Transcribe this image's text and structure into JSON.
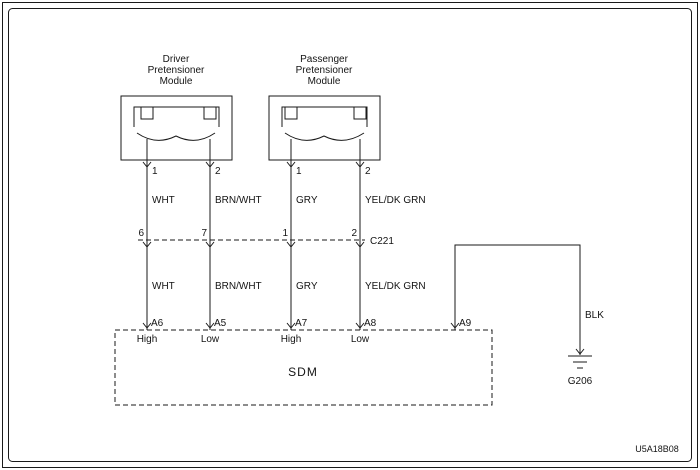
{
  "title_block": {
    "diagram_code": "U5A18B08"
  },
  "driver_module": {
    "name_line1": "Driver",
    "name_line2": "Pretensioner",
    "name_line3": "Module",
    "pin_1": "1",
    "pin_2": "2"
  },
  "passenger_module": {
    "name_line1": "Passenger",
    "name_line2": "Pretensioner",
    "name_line3": "Module",
    "pin_1": "1",
    "pin_2": "2"
  },
  "wires": {
    "upper": {
      "w1": "WHT",
      "w2": "BRN/WHT",
      "w3": "GRY",
      "w4": "YEL/DK GRN"
    },
    "lower": {
      "w1": "WHT",
      "w2": "BRN/WHT",
      "w3": "GRY",
      "w4": "YEL/DK GRN"
    },
    "ground_wire": "BLK"
  },
  "connector_c221": {
    "label": "C221",
    "pin_w1": "6",
    "pin_w2": "7",
    "pin_w3": "1",
    "pin_w4": "2"
  },
  "sdm": {
    "label": "SDM",
    "pin_1": "A6",
    "pin_2": "A5",
    "pin_3": "A7",
    "pin_4": "A8",
    "pin_5": "A9",
    "sig_1": "High",
    "sig_2": "Low",
    "sig_3": "High",
    "sig_4": "Low"
  },
  "ground": {
    "label": "G206"
  }
}
